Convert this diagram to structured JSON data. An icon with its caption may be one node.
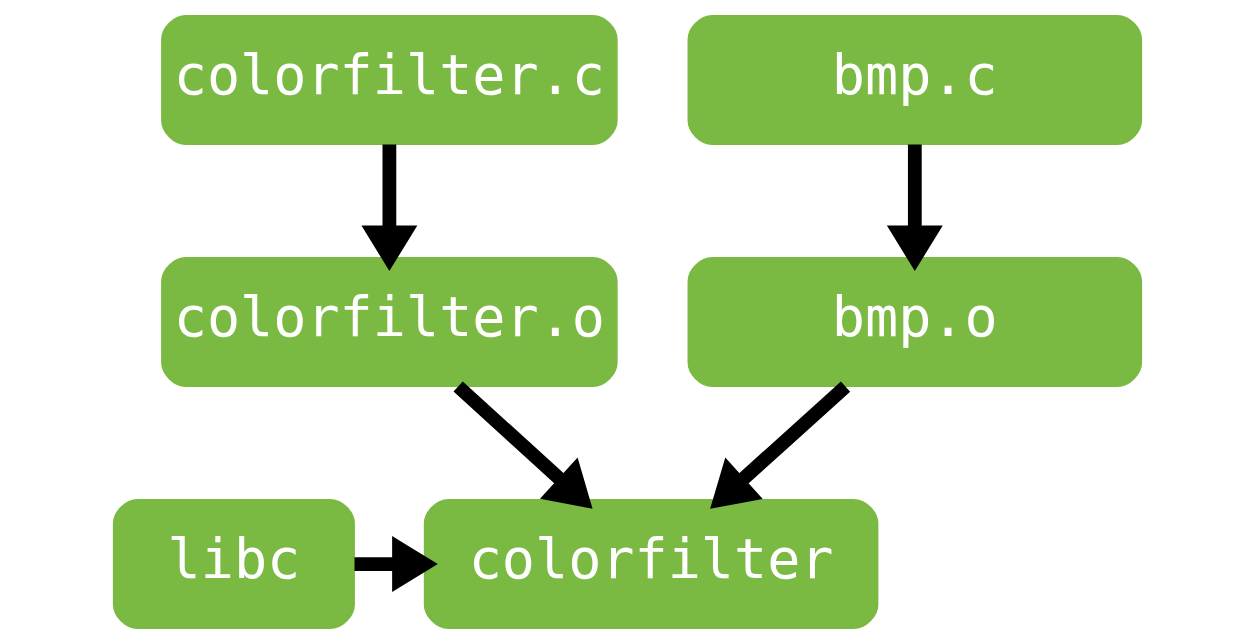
{
  "diagram": {
    "nodes": [
      {
        "text": [
          "colorfilter.c"
        ]
      },
      {
        "text": [
          "bmp.c"
        ]
      },
      {
        "text": [
          "colorfilter.o"
        ]
      },
      {
        "text": [
          "bmp.o"
        ]
      },
      {
        "text": [
          "libc"
        ]
      },
      {
        "text": [
          "colorfilter"
        ]
      }
    ],
    "edges": [
      {
        "from": 0,
        "to": 2,
        "arrow": "to"
      },
      {
        "from": 1,
        "to": 3,
        "arrow": "to"
      },
      {
        "from": 2,
        "to": 5,
        "arrow": "to"
      },
      {
        "from": 3,
        "to": 5,
        "arrow": "to"
      },
      {
        "from": 4,
        "to": 5,
        "arrow": "to"
      }
    ]
  }
}
